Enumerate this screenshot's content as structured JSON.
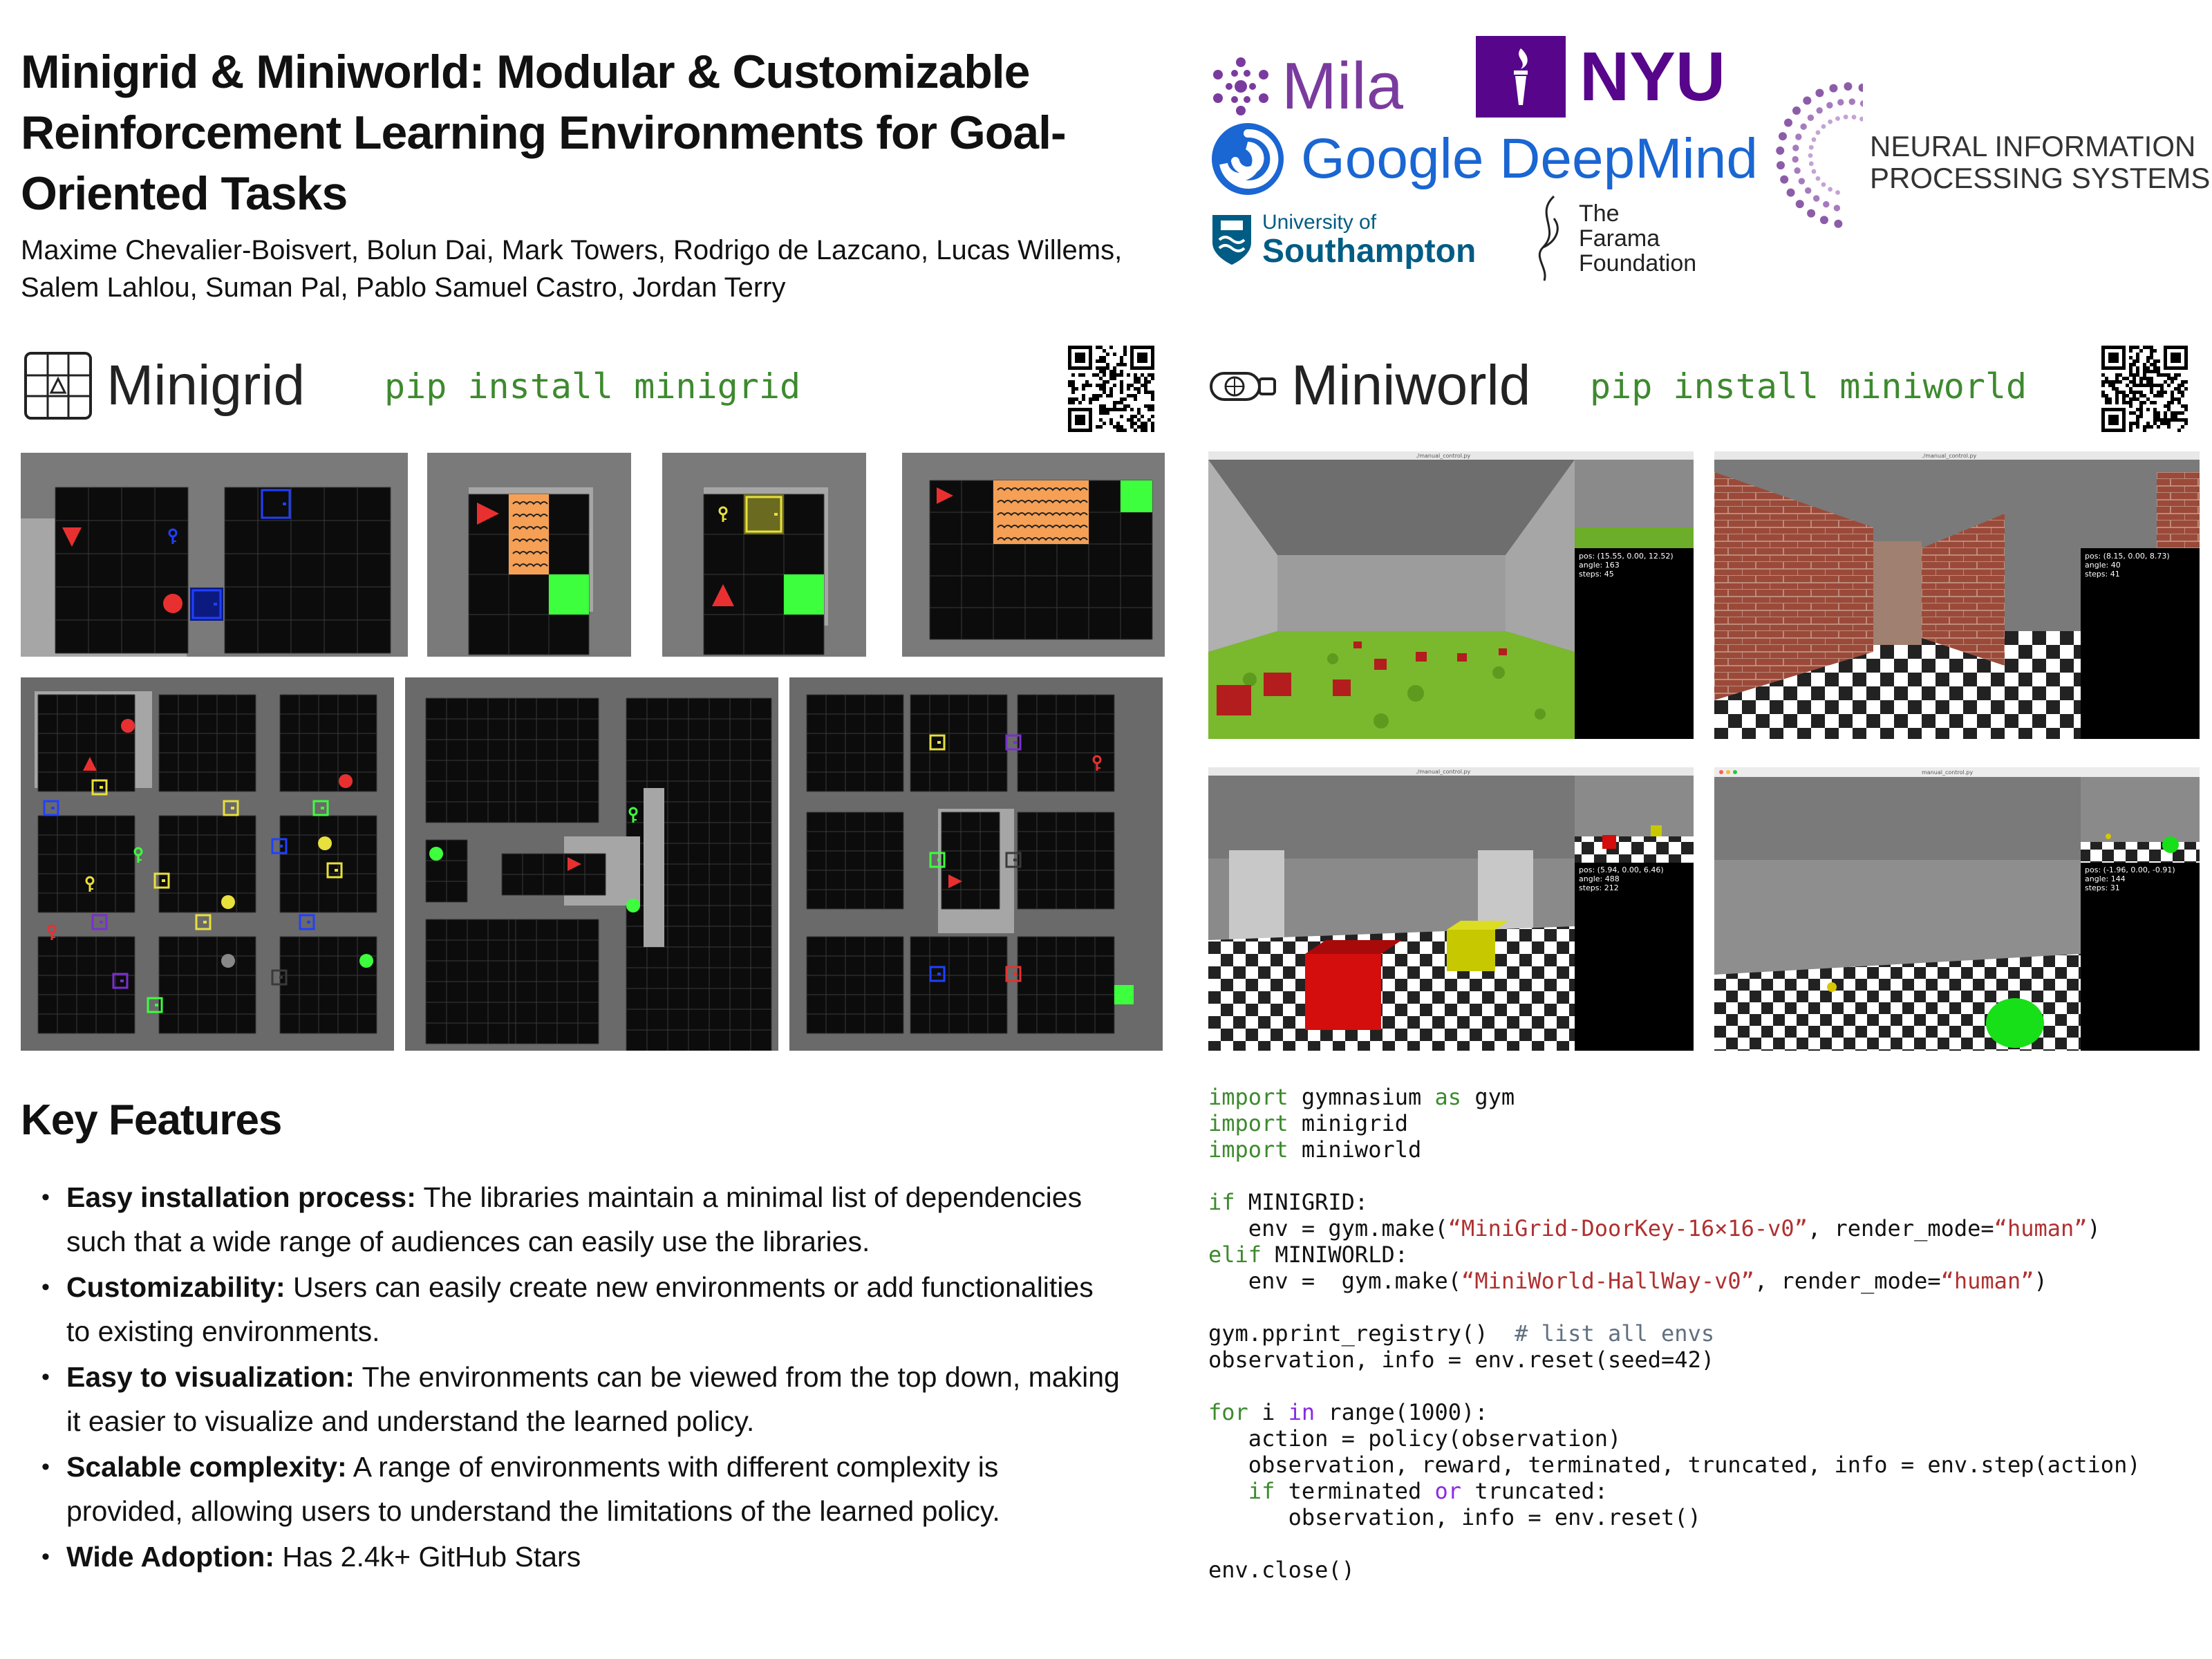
{
  "title": "Minigrid & Miniworld: Modular & Customizable Reinforcement Learning Environments for Goal-Oriented Tasks",
  "authors": "Maxime Chevalier-Boisvert, Bolun Dai, Mark Towers, Rodrigo de Lazcano, Lucas Willems, Salem Lahlou, Suman Pal, Pablo Samuel Castro, Jordan Terry",
  "logos": {
    "mila": "Mila",
    "nyu": "NYU",
    "deepmind": "Google DeepMind",
    "southampton_line1": "University of",
    "southampton_line2": "Southampton",
    "farama_line1": "The",
    "farama_line2": "Farama",
    "farama_line3": "Foundation",
    "neurips_line1": "NEURAL INFORMATION",
    "neurips_line2": "PROCESSING SYSTEMS"
  },
  "minigrid": {
    "name": "Minigrid",
    "install": "pip install minigrid"
  },
  "miniworld": {
    "name": "Miniworld",
    "install": "pip install miniworld",
    "screens": [
      {
        "window_title": "./manual_control.py",
        "hud": [
          "pos: (15.55, 0.00, 12.52)",
          "angle: 163",
          "steps: 45"
        ]
      },
      {
        "window_title": "./manual_control.py",
        "hud": [
          "pos: (8.15, 0.00, 8.73)",
          "angle: 40",
          "steps: 41"
        ]
      },
      {
        "window_title": "./manual_control.py",
        "hud": [
          "pos: (5.94, 0.00, 6.46)",
          "angle: 488",
          "steps: 212"
        ]
      },
      {
        "window_title": "manual_control.py",
        "hud": [
          "pos: (-1.96, 0.00, -0.91)",
          "angle: 144",
          "steps: 31"
        ]
      }
    ]
  },
  "key_features": {
    "title": "Key Features",
    "items": [
      {
        "label": "Easy installation process:",
        "text": " The libraries maintain a minimal list of dependencies such that a wide range of audiences can easily use the libraries."
      },
      {
        "label": "Customizability:",
        "text": " Users can easily create new environments or add functionalities to existing environments."
      },
      {
        "label": "Easy to visualization:",
        "text": " The environments can be viewed from the top down, making it easier to visualize and understand the learned policy."
      },
      {
        "label": "Scalable complexity:",
        "text": " A range of environments with different complexity is provided, allowing users to understand the limitations of the learned policy."
      },
      {
        "label": "Wide Adoption:",
        "text": " Has 2.4k+ GitHub Stars"
      }
    ]
  },
  "code": {
    "l1": [
      "import",
      " gymnasium ",
      "as",
      " gym"
    ],
    "l2": [
      "import",
      " minigrid"
    ],
    "l3": [
      "import",
      " miniworld"
    ],
    "l5": [
      "if",
      " MINIGRID:"
    ],
    "l6": [
      "   env = gym.make(",
      "“MiniGrid-DoorKey-16×16-v0”",
      ", render_mode=",
      "“human”",
      ")"
    ],
    "l7": [
      "elif",
      " MINIWORLD:"
    ],
    "l8": [
      "   env =  gym.make(",
      "“MiniWorld-HallWay-v0”",
      ", render_mode=",
      "“human”",
      ")"
    ],
    "l10": [
      "gym.pprint_registry()  ",
      "# list all envs"
    ],
    "l11": "observation, info = env.reset(seed=42)",
    "l13": [
      "for",
      " i ",
      "in",
      " range(1000):"
    ],
    "l14": "   action = policy(observation)",
    "l15": "   observation, reward, terminated, truncated, info = env.step(action)",
    "l16": [
      "   ",
      "if",
      " terminated ",
      "or",
      " truncated:"
    ],
    "l17": "      observation, info = env.reset()",
    "l19": "env.close()"
  },
  "colors": {
    "grid_bg": "#0c0c0c",
    "wall": "#666666",
    "agent": "#e83030",
    "goal": "#3dff3d",
    "lava": "#f5a055",
    "key_yellow": "#e8e03d",
    "accent_green": "#3d8a2e"
  }
}
